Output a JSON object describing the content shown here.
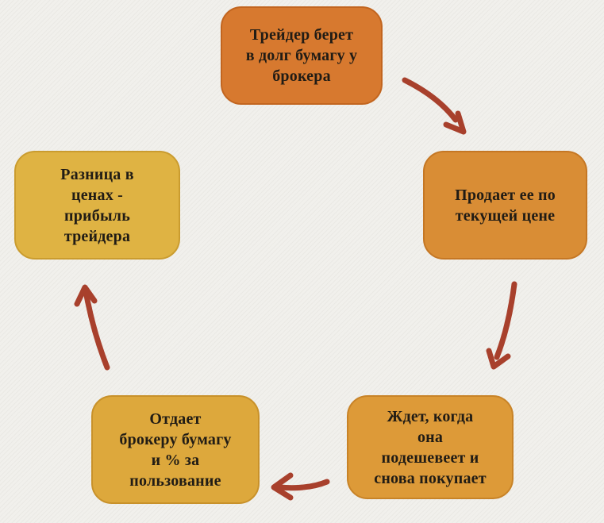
{
  "diagram": {
    "nodes": [
      {
        "id": "borrow",
        "label": "Трейдер берет\nв долг бумагу у\nброкера",
        "fill": "#d7792f",
        "border": "#c2651f"
      },
      {
        "id": "sell",
        "label": "Продает ее по\nтекущей цене",
        "fill": "#d98d35",
        "border": "#c57724"
      },
      {
        "id": "wait",
        "label": "Ждет, когда\nона\nподешевеет и\nснова покупает",
        "fill": "#dd9a38",
        "border": "#c88327"
      },
      {
        "id": "return",
        "label": "Отдает\nброкеру бумагу\nи % за\nпользование",
        "fill": "#dda83c",
        "border": "#c8912a"
      },
      {
        "id": "profit",
        "label": "Разница в\nценах -\nприбыль\nтрейдера",
        "fill": "#dfb343",
        "border": "#ca9c2f"
      }
    ],
    "arrows": [
      {
        "from": "borrow",
        "to": "sell"
      },
      {
        "from": "sell",
        "to": "wait"
      },
      {
        "from": "wait",
        "to": "return"
      },
      {
        "from": "return",
        "to": "profit"
      }
    ]
  },
  "colors": {
    "background": "#f1f0ec",
    "arrow": "#a8402c",
    "text": "#211c15"
  }
}
